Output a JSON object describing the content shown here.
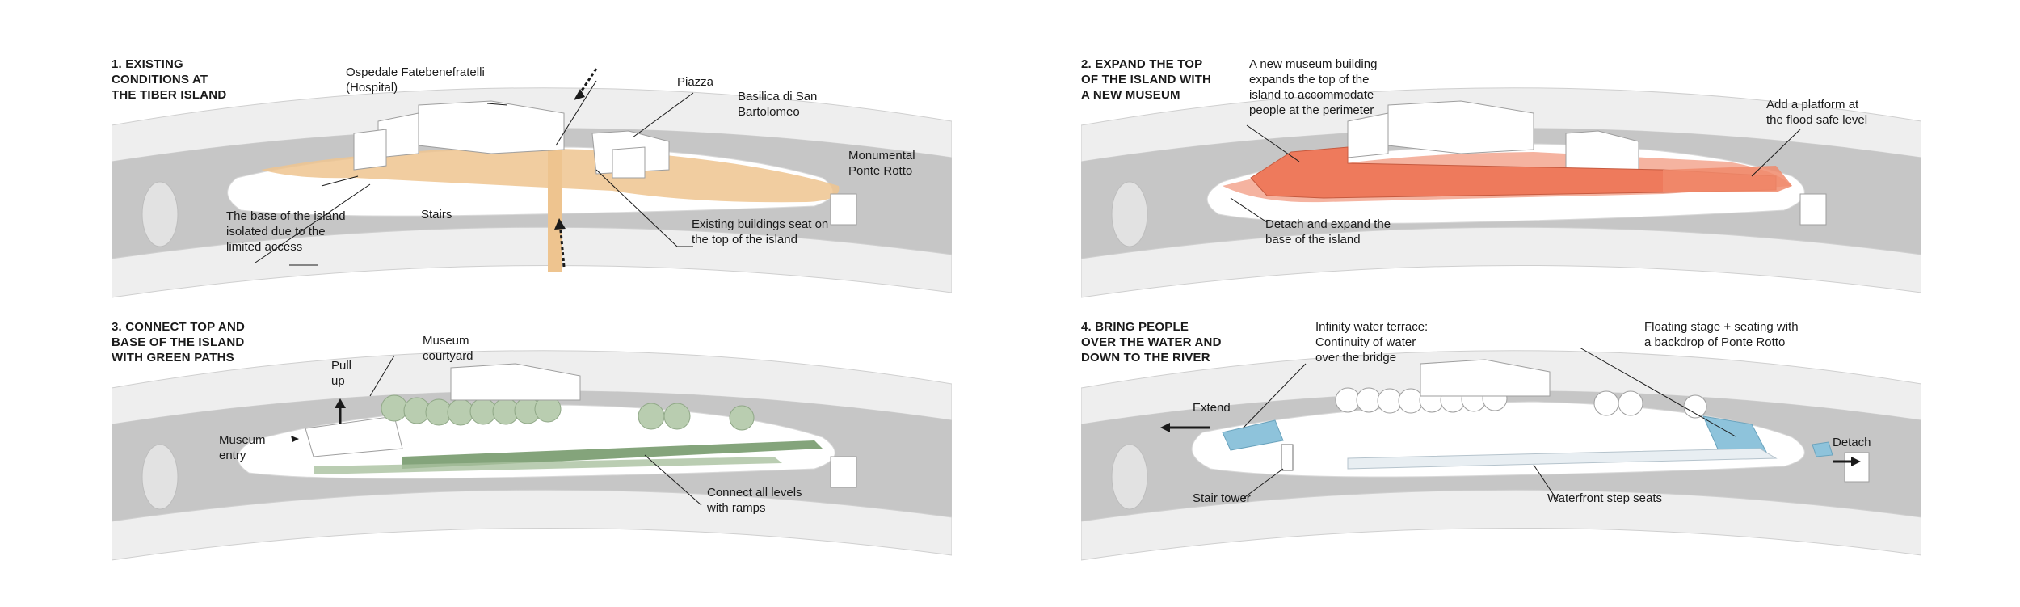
{
  "panels": [
    {
      "title": [
        "1. EXISTING",
        "CONDITIONS AT",
        "THE TIBER ISLAND"
      ],
      "labels": {
        "hospital": [
          "Ospedale Fatebenefratelli",
          "(Hospital)"
        ],
        "piazza": "Piazza",
        "basilica": [
          "Basilica di San",
          "Bartolomeo"
        ],
        "ponte": [
          "Monumental",
          "Ponte Rotto"
        ],
        "stairs": "Stairs",
        "base": [
          "The base of the island",
          "isolated due to the",
          "limited access"
        ],
        "existing": [
          "Existing buildings seat on",
          "the top of the island"
        ]
      }
    },
    {
      "title": [
        "2. EXPAND THE TOP",
        "OF THE ISLAND WITH",
        "A NEW MUSEUM"
      ],
      "labels": {
        "museum": [
          "A new museum building",
          "expands the top of the",
          "island to accommodate",
          "people at the perimeter"
        ],
        "platform": [
          "Add a platform at",
          "the flood safe level"
        ],
        "detach": [
          "Detach and expand the",
          "base of the island"
        ]
      }
    },
    {
      "title": [
        "3. CONNECT TOP AND",
        "BASE OF THE ISLAND",
        "WITH GREEN PATHS"
      ],
      "labels": {
        "pullup": [
          "Pull",
          "up"
        ],
        "courtyard": [
          "Museum",
          "courtyard"
        ],
        "entry": [
          "Museum",
          "entry"
        ],
        "ramps": [
          "Connect all levels",
          "with ramps"
        ]
      }
    },
    {
      "title": [
        "4. BRING PEOPLE",
        "OVER THE WATER AND",
        "DOWN TO THE RIVER"
      ],
      "labels": {
        "infinity": [
          "Infinity water terrace:",
          "Continuity of water",
          "over the bridge"
        ],
        "floating": [
          "Floating stage + seating with",
          "a backdrop of Ponte Rotto"
        ],
        "extend": "Extend",
        "detach": "Detach",
        "stair": "Stair tower",
        "steps": "Waterfront step seats"
      }
    }
  ],
  "colors": {
    "water": "#c6c6c6",
    "embankment": "#eeeeee",
    "island": "#ffffff",
    "piazza": "#eec48f",
    "museum": "#ee7a5c",
    "museum_light": "#f5b3a0",
    "trees": "#b9cdb0",
    "ramps": "#6e9464",
    "terrace": "#8ec3db"
  }
}
